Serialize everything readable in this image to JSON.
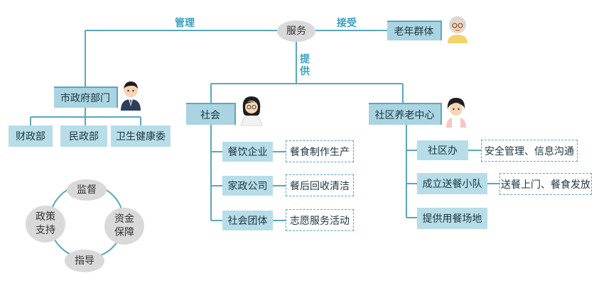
{
  "center": {
    "label": "服务"
  },
  "edges": {
    "manage": "管理",
    "accept": "接受",
    "provide": "提供"
  },
  "elderly": {
    "label": "老年群体"
  },
  "government": {
    "label": "市政府部门",
    "departments": [
      "财政部",
      "民政部",
      "卫生健康委"
    ],
    "cycle": {
      "top": "监督",
      "right": "资金\n保障",
      "bottom": "指导",
      "left": "政策\n支持"
    }
  },
  "society": {
    "label": "社会",
    "items": [
      {
        "label": "餐饮企业",
        "role": "餐食制作生产"
      },
      {
        "label": "家政公司",
        "role": "餐后回收清洁"
      },
      {
        "label": "社会团体",
        "role": "志愿服务活动"
      }
    ]
  },
  "center_elderly": {
    "label": "社区养老中心",
    "items": [
      {
        "label": "社区办",
        "role": "安全管理、信息沟通"
      },
      {
        "label": "成立送餐小队",
        "role": "送餐上门、餐食发放"
      },
      {
        "label": "提供用餐场地",
        "role": ""
      }
    ]
  },
  "colors": {
    "line": "#5aa7bd",
    "box": "#b7dde8",
    "label": "#3a9fc2",
    "oval": "#d9d9d9"
  }
}
